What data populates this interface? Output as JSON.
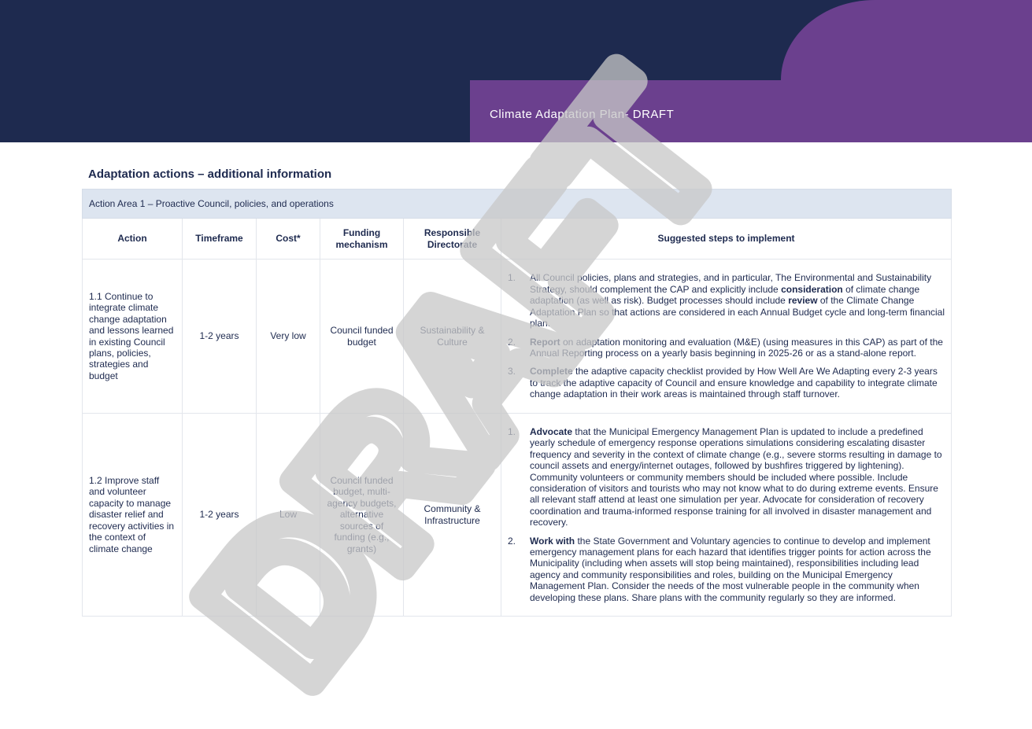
{
  "header": {
    "title": "Climate Adaptation Plan- DRAFT",
    "colors": {
      "navy": "#1e2a4f",
      "purple": "#6b408e"
    }
  },
  "section_title": "Adaptation actions – additional information",
  "table": {
    "area_label": "Action Area 1 – Proactive Council, policies, and operations",
    "headers": {
      "action": "Action",
      "timeframe": "Timeframe",
      "cost": "Cost*",
      "funding": "Funding mechanism",
      "directorate": "Responsible Directorate",
      "steps": "Suggested steps to implement"
    },
    "rows": [
      {
        "action": "1.1 Continue to integrate climate change adaptation and lessons learned in existing Council plans, policies, strategies and budget",
        "timeframe": "1-2 years",
        "cost": "Very low",
        "funding": "Council funded budget",
        "directorate": "Sustainability & Culture",
        "steps": [
          {
            "num": "1.",
            "text1": "All Council policies, plans and strategies, and in particular, The Environmental and Sustainability Strategy, should complement the CAP and explicitly include ",
            "bold1": "consideration",
            "text2": " of climate change adaptation (as well as risk). Budget processes should include ",
            "bold2": "review",
            "text3": " of the Climate Change Adaptation Plan so that actions are considered in each Annual Budget cycle and long-term financial plan."
          },
          {
            "num": "2.",
            "bold1": "Report",
            "text1": " on adaptation monitoring and evaluation (M&E) (using  measures in this CAP) as part of the Annual Reporting process on a yearly basis beginning in 2025-26 or as a stand-alone report."
          },
          {
            "num": "3.",
            "bold1": "Complete",
            "text1": " the adaptive capacity checklist provided by How Well Are We Adapting every 2-3 years to track the adaptive capacity of Council and ensure knowledge and capability to integrate climate change adaptation in their work areas is maintained through staff turnover."
          }
        ]
      },
      {
        "action": "1.2 Improve staff and volunteer capacity to manage disaster relief and recovery activities in the context of climate change",
        "timeframe": "1-2 years",
        "cost": "Low",
        "funding": "Council funded budget, multi-agency budgets, alternative sources of funding (e.g., grants)",
        "directorate": "Community & Infrastructure",
        "steps": [
          {
            "num": "1.",
            "bold1": "Advocate",
            "text1": " that the Municipal Emergency Management Plan is updated to include a predefined yearly schedule of emergency response operations simulations considering escalating disaster frequency and severity in the context of climate change (e.g., severe storms resulting in damage to council assets and energy/internet outages, followed by bushfires triggered by lightening). Community volunteers or community members should be included where possible. Include consideration of visitors and tourists who may not know what to do during extreme events. Ensure all relevant staff attend at least one simulation per year. Advocate for consideration of recovery coordination and trauma-informed response training for all involved in disaster management and recovery."
          },
          {
            "num": "2.",
            "bold1": "Work with",
            "text1": " the State Government and Voluntary agencies to continue to develop and implement emergency management plans for each hazard that identifies trigger points for action across the Municipality (including when assets will stop being maintained), responsibilities including lead agency and community responsibilities and roles, building on the Municipal Emergency Management Plan. Consider the needs of the most vulnerable people in the community when developing these plans. Share plans with the community regularly so they are informed."
          }
        ]
      }
    ]
  },
  "watermark": {
    "text": "DRAFT",
    "color": "#c8c8c8"
  }
}
